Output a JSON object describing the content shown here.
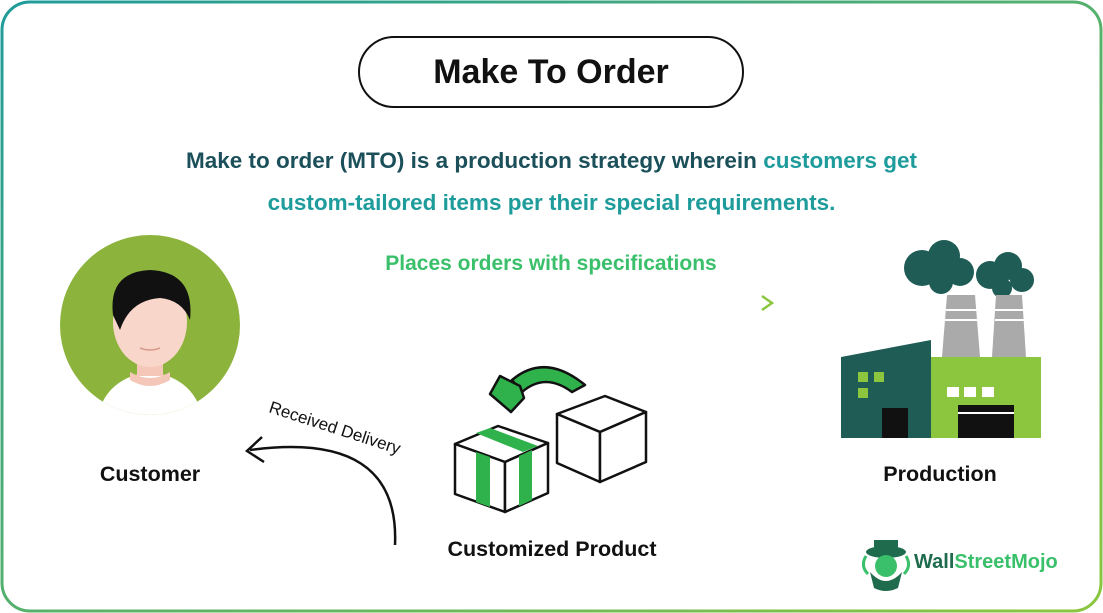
{
  "title": "Make To Order",
  "description": {
    "part1": "Make to order (MTO) is a production strategy wherein ",
    "highlight1": "customers get",
    "highlight2": "custom-tailored items per their special requirements."
  },
  "flow": {
    "order_label": "Places orders with specifications",
    "delivery_label": "Received Delivery"
  },
  "nodes": {
    "customer": "Customer",
    "product": "Customized Product",
    "production": "Production"
  },
  "brand": {
    "name_part1": "Wall",
    "name_part2": "StreetMojo",
    "colors": {
      "dark_teal": "#1b4f5a",
      "teal": "#1e9b9b",
      "green": "#3ac06b",
      "olive": "#8cb43c",
      "factory_dark": "#1f5c55",
      "factory_green": "#8cc63f"
    }
  }
}
